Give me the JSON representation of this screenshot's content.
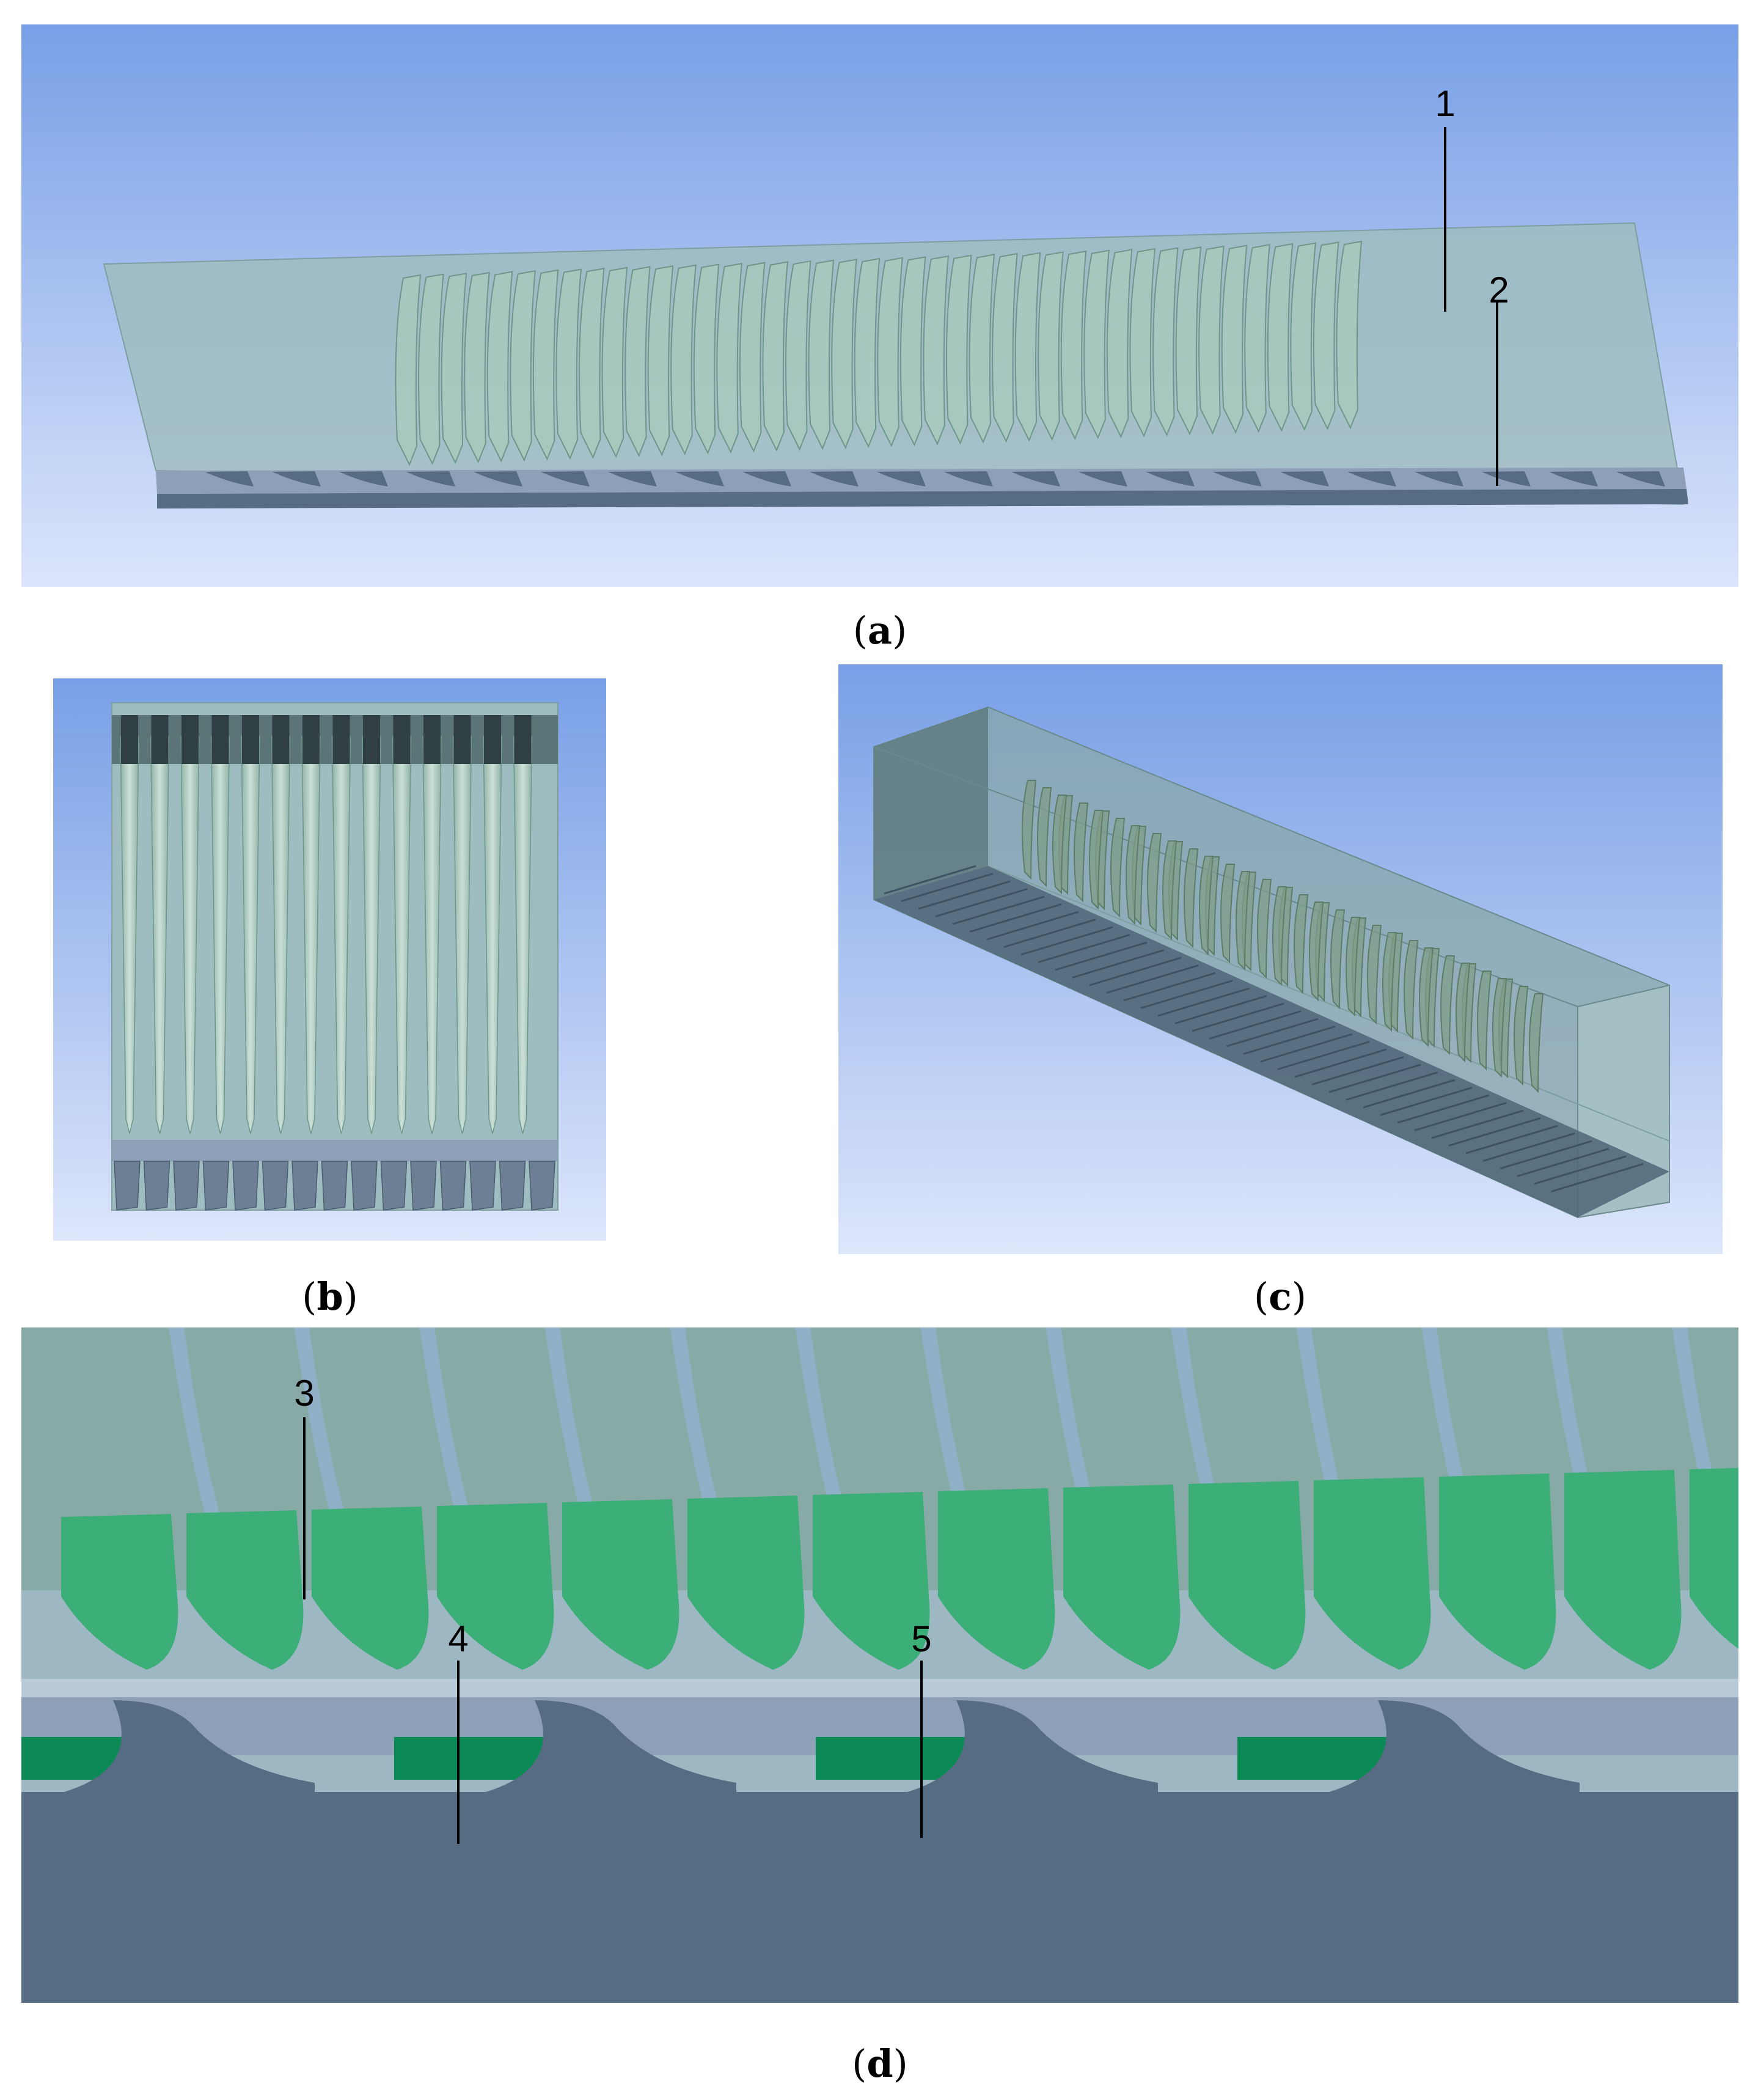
{
  "panels": {
    "a": {
      "letter": "a",
      "labels": [
        "1",
        "2"
      ]
    },
    "b": {
      "letter": "b"
    },
    "c": {
      "letter": "c"
    },
    "d": {
      "letter": "d",
      "labels": [
        "3",
        "4",
        "5"
      ]
    }
  },
  "colors": {
    "sky_top": "#789fe6",
    "sky_bottom": "#dde6fb",
    "glass": "#9fbcc0",
    "fin": "#a9c9bb",
    "slab_light": "#8ea0b8",
    "slab_dark": "#566c82",
    "green_dark": "#0b8a55",
    "green_mid": "#3cae78"
  }
}
